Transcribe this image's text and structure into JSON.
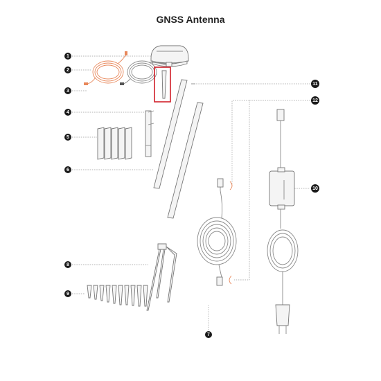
{
  "title": "GNSS Antenna",
  "callouts": [
    "1",
    "2",
    "3",
    "4",
    "5",
    "6",
    "7",
    "8",
    "9",
    "10",
    "11",
    "12"
  ],
  "colors": {
    "highlight": "#d0202a",
    "accent_cable": "#e8875a",
    "line": "#8a8a8a",
    "badge": "#1a1a1a"
  }
}
